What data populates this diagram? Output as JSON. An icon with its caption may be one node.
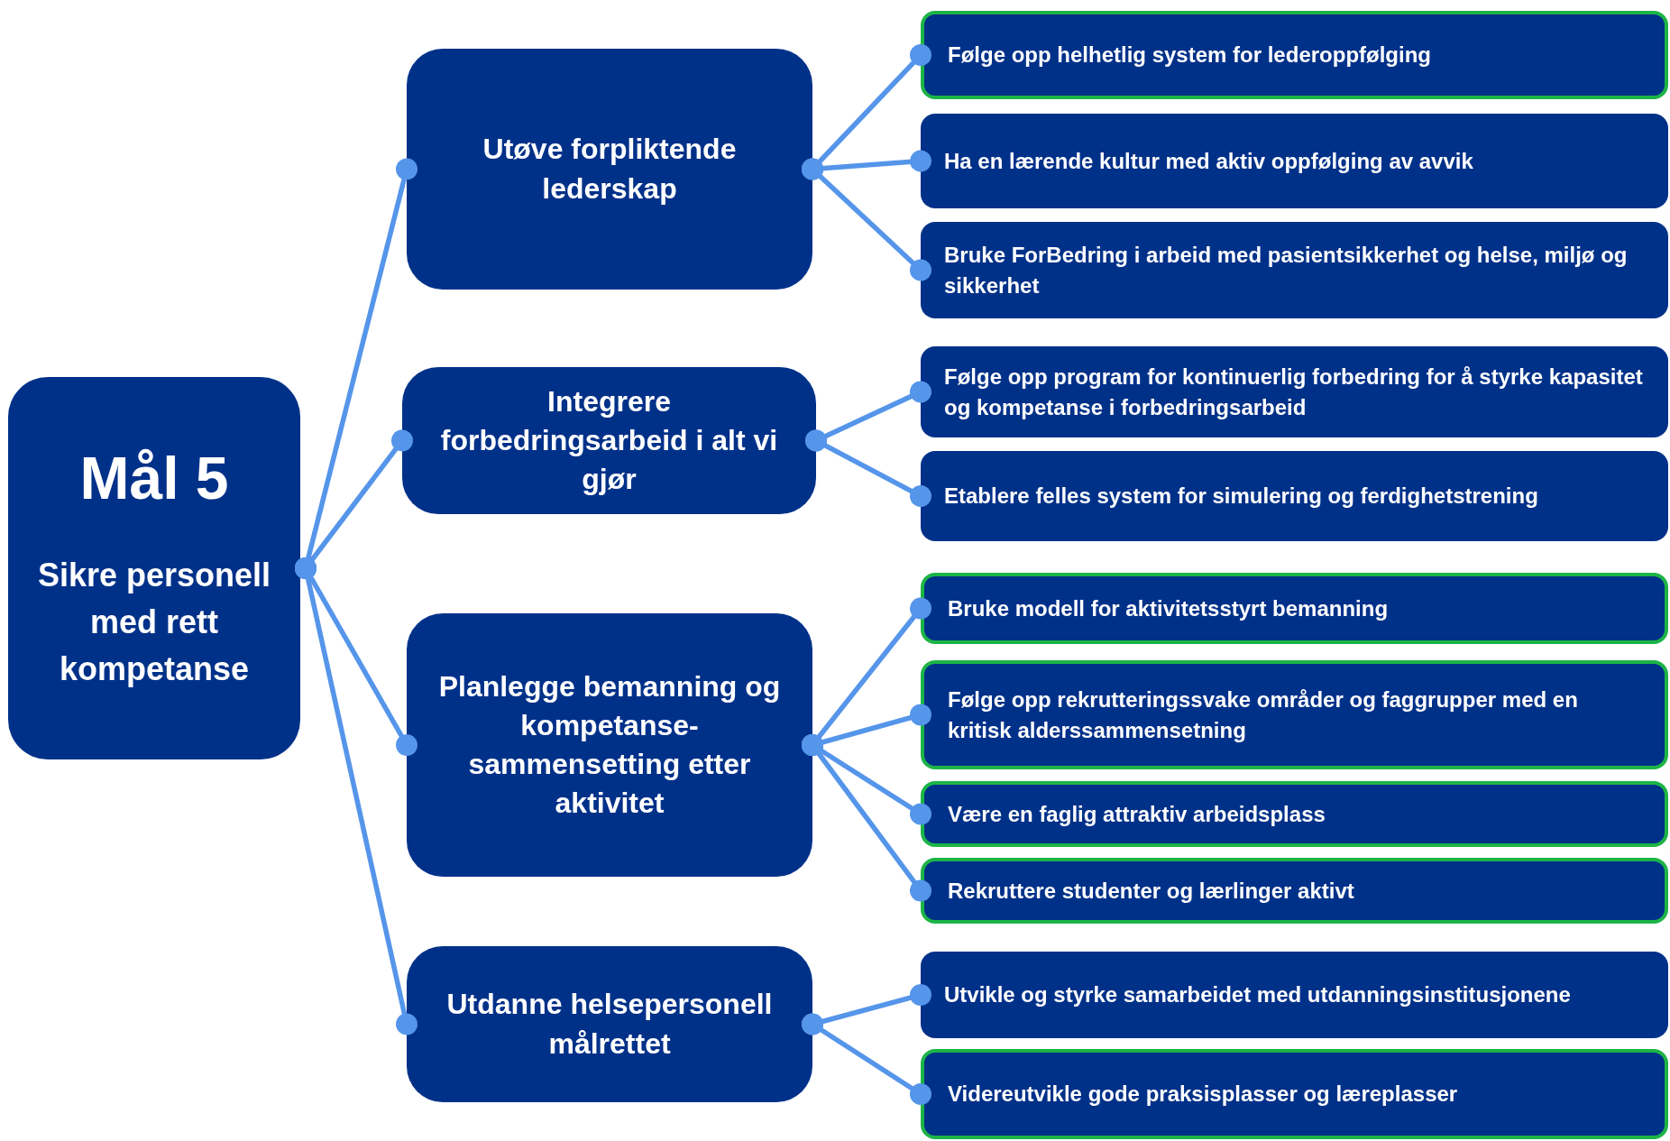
{
  "diagram": {
    "nodes": [
      {
        "text": [
          "Mål 5",
          "Sikre personell med rett kompetanse"
        ]
      },
      {
        "text": [
          "Utøve forpliktende lederskap"
        ]
      },
      {
        "text": [
          "Integrere forbedringsarbeid i alt vi gjør"
        ]
      },
      {
        "text": [
          "Planlegge bemanning og kompetanse-sammensetting etter aktivitet"
        ]
      },
      {
        "text": [
          "Utdanne helsepersonell målrettet"
        ]
      },
      {
        "text": [
          "Følge opp helhetlig system for lederoppfølging"
        ]
      },
      {
        "text": [
          "Ha en lærende kultur med aktiv oppfølging av avvik"
        ]
      },
      {
        "text": [
          "Bruke ForBedring i arbeid med pasientsikkerhet og helse, miljø og sikkerhet"
        ]
      },
      {
        "text": [
          "Følge opp program for kontinuerlig forbedring for å styrke kapasitet og kompetanse i forbedringsarbeid"
        ]
      },
      {
        "text": [
          "Etablere felles system for simulering og ferdighetstrening"
        ]
      },
      {
        "text": [
          "Bruke modell for aktivitetsstyrt bemanning"
        ]
      },
      {
        "text": [
          "Følge opp rekrutteringssvake områder og faggrupper med en kritisk alderssammensetning"
        ]
      },
      {
        "text": [
          "Være en faglig attraktiv arbeidsplass"
        ]
      },
      {
        "text": [
          "Rekruttere studenter og lærlinger aktivt"
        ]
      },
      {
        "text": [
          "Utvikle og styrke samarbeidet med utdanningsinstitusjonene"
        ]
      },
      {
        "text": [
          "Videreutvikle gode praksisplasser og læreplasser"
        ]
      }
    ],
    "edges": [
      {
        "from": 0,
        "to": 1,
        "arrow": "other"
      },
      {
        "from": 0,
        "to": 2,
        "arrow": "other"
      },
      {
        "from": 0,
        "to": 3,
        "arrow": "other"
      },
      {
        "from": 0,
        "to": 4,
        "arrow": "other"
      },
      {
        "from": 1,
        "to": 5,
        "arrow": "other"
      },
      {
        "from": 1,
        "to": 6,
        "arrow": "other"
      },
      {
        "from": 1,
        "to": 7,
        "arrow": "other"
      },
      {
        "from": 2,
        "to": 8,
        "arrow": "other"
      },
      {
        "from": 2,
        "to": 9,
        "arrow": "other"
      },
      {
        "from": 3,
        "to": 10,
        "arrow": "other"
      },
      {
        "from": 3,
        "to": 11,
        "arrow": "other"
      },
      {
        "from": 3,
        "to": 12,
        "arrow": "other"
      },
      {
        "from": 3,
        "to": 13,
        "arrow": "other"
      },
      {
        "from": 4,
        "to": 14,
        "arrow": "other"
      },
      {
        "from": 4,
        "to": 15,
        "arrow": "other"
      }
    ]
  }
}
